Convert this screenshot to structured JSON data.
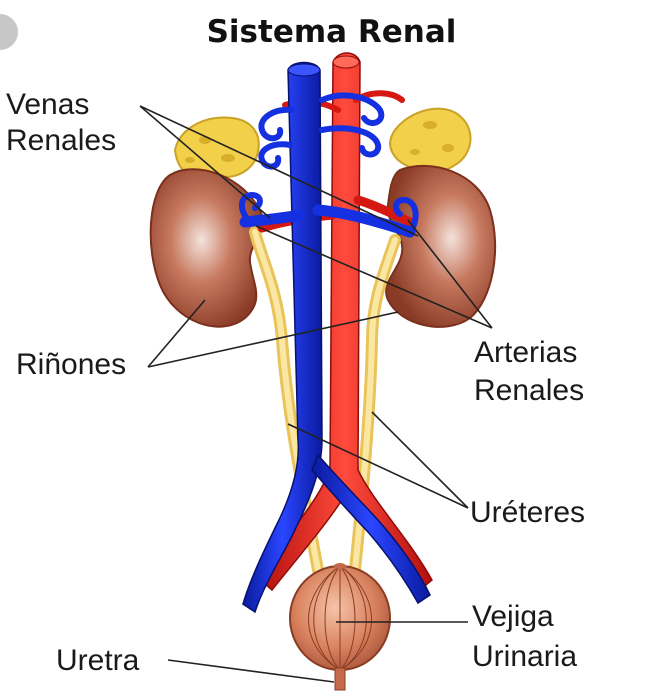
{
  "title": "Sistema Renal",
  "labels": {
    "venas_line1": "Venas",
    "venas_line2": "Renales",
    "rinones": "Riñones",
    "arterias_line1": "Arterias",
    "arterias_line2": "Renales",
    "ureteres": "Uréteres",
    "vejiga_line1": "Vejiga",
    "vejiga_line2": "Urinaria",
    "uretra": "Uretra"
  },
  "colors": {
    "vein": "#1530e0",
    "artery": "#e8231f",
    "kidney": "#a5523a",
    "adrenal": "#f3d04a",
    "ureter": "#f8e08a",
    "bladder": "#d9825f",
    "leader_line": "#222222"
  }
}
